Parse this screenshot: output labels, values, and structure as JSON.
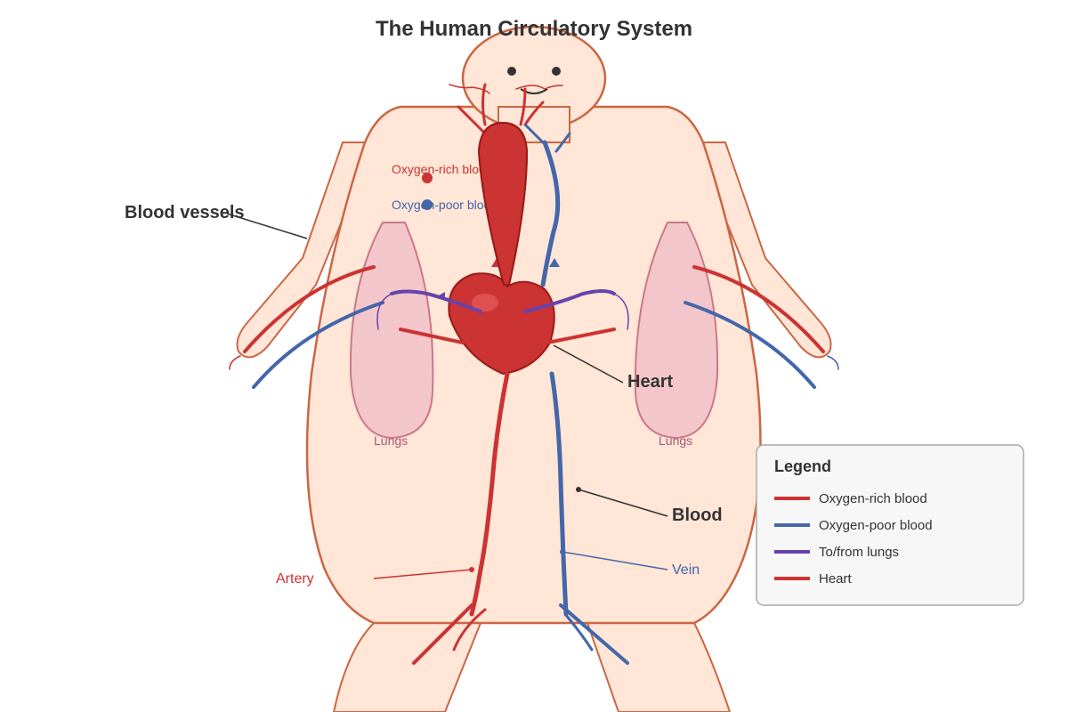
{
  "title": "The Human Circulatory System",
  "labels": {
    "blood_vessels": "Blood vessels",
    "heart": "Heart",
    "blood": "Blood",
    "artery": "Artery",
    "vein": "Vein",
    "lungs_left": "Lungs",
    "lungs_right": "Lungs",
    "oxygen_rich": "Oxygen-rich blood",
    "oxygen_poor": "Oxygen-poor blood"
  },
  "legend": {
    "title": "Legend",
    "items": [
      {
        "label": "Oxygen-rich blood",
        "color": "#cc3333"
      },
      {
        "label": "Oxygen-poor blood",
        "color": "#4466aa"
      },
      {
        "label": "To/from lungs",
        "color": "#6644aa"
      },
      {
        "label": "Heart",
        "color": "#cc3333"
      }
    ]
  },
  "colors": {
    "artery": "#cc3333",
    "vein": "#4466aa",
    "pulmonary": "#6644aa",
    "skin": "#ffe6d6",
    "outline": "#cc6644",
    "lungs": "#f3c6cc",
    "heart": "#cc3333"
  }
}
